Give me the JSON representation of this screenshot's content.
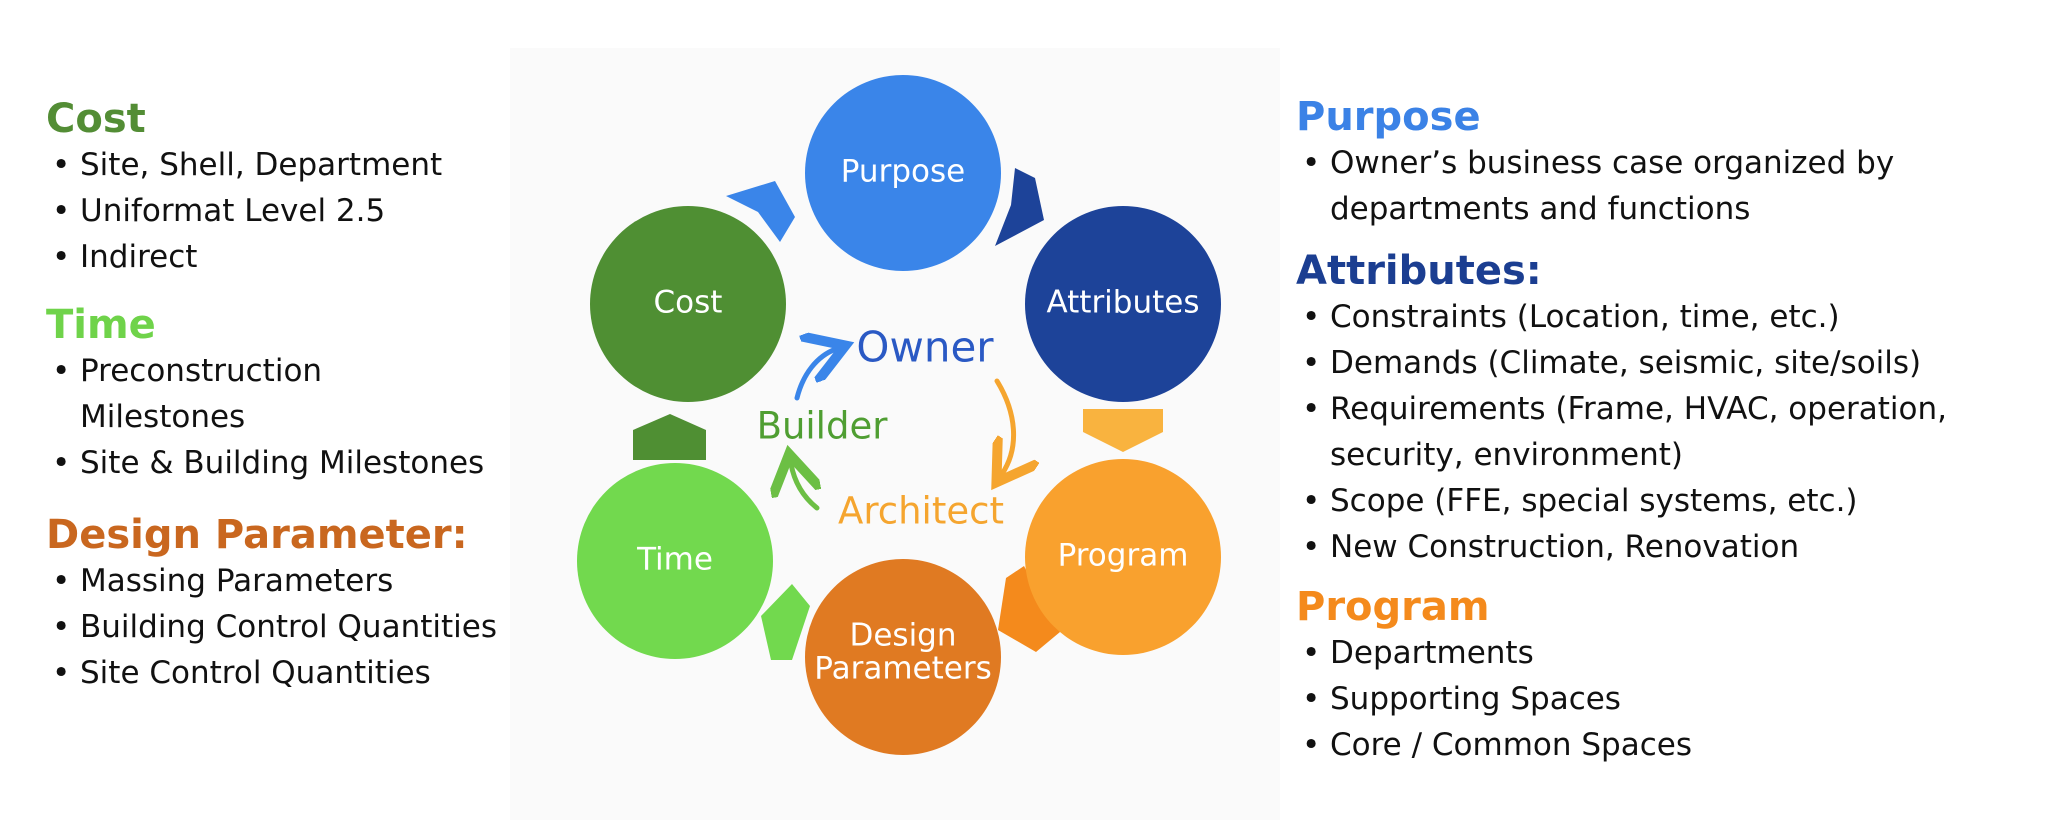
{
  "colors": {
    "cost": "#538d35",
    "time": "#6fd34a",
    "design_parameter": "#c9671f",
    "purpose": "#3b82e6",
    "attributes": "#1b3e91",
    "program": "#f48a1c",
    "node_purpose": "#3a85e9",
    "node_attributes": "#1d4399",
    "node_program": "#f9a12e",
    "node_design": "#e07a22",
    "node_time": "#72d94e",
    "node_cost": "#4f8f33",
    "owner": "#2a59c4",
    "builder": "#4f9e32",
    "architect": "#f5a52f"
  },
  "left": {
    "cost": {
      "title": "Cost",
      "items": [
        "Site, Shell, Department",
        "Uniformat Level 2.5",
        "Indirect"
      ]
    },
    "time": {
      "title": "Time",
      "items": [
        "Preconstruction Milestones",
        "Site & Building Milestones"
      ]
    },
    "design": {
      "title": "Design Parameter:",
      "items": [
        "Massing Parameters",
        "Building Control Quantities",
        "Site Control Quantities"
      ]
    }
  },
  "right": {
    "purpose": {
      "title": "Purpose",
      "items": [
        "Owner’s business case organized by departments and functions"
      ]
    },
    "attributes": {
      "title": "Attributes:",
      "items": [
        "Constraints (Location, time, etc.)",
        "Demands (Climate, seismic, site/soils)",
        "Requirements (Frame, HVAC, operation, security, environment)",
        "Scope (FFE, special systems, etc.)",
        "New Construction, Renovation"
      ]
    },
    "program": {
      "title": "Program",
      "items": [
        "Departments",
        "Supporting Spaces",
        "Core / Common Spaces"
      ]
    }
  },
  "diagram": {
    "nodes": {
      "purpose": "Purpose",
      "attributes": "Attributes",
      "program": "Program",
      "design_line1": "Design",
      "design_line2": "Parameters",
      "time": "Time",
      "cost": "Cost"
    },
    "roles": {
      "owner": "Owner",
      "builder": "Builder",
      "architect": "Architect"
    }
  }
}
